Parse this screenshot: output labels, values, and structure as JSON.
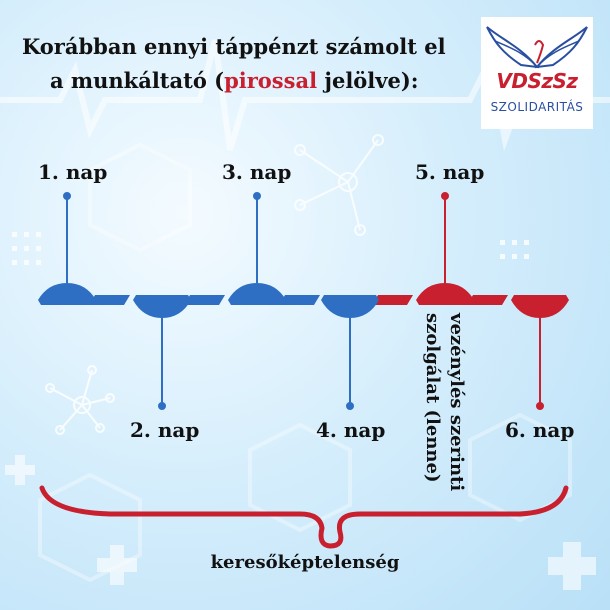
{
  "title": {
    "line1": "Korábban ennyi táppénzt számolt el",
    "line2_pre": "a munkáltató (",
    "line2_highlight": "pirossal",
    "line2_post": " jelölve):"
  },
  "logo": {
    "name": "VDSzSz",
    "subtitle": "SZOLIDARITÁS"
  },
  "days": [
    "1. nap",
    "2. nap",
    "3. nap",
    "4. nap",
    "5. nap",
    "6. nap"
  ],
  "vertical_note": {
    "line1": "vezénylés szerinti",
    "line2": "szolgálat (lenne)"
  },
  "bottom_label": "keresőképtelenség",
  "colors": {
    "blue": "#2e6fc4",
    "red": "#c8202f",
    "background": "#cfeafb"
  }
}
